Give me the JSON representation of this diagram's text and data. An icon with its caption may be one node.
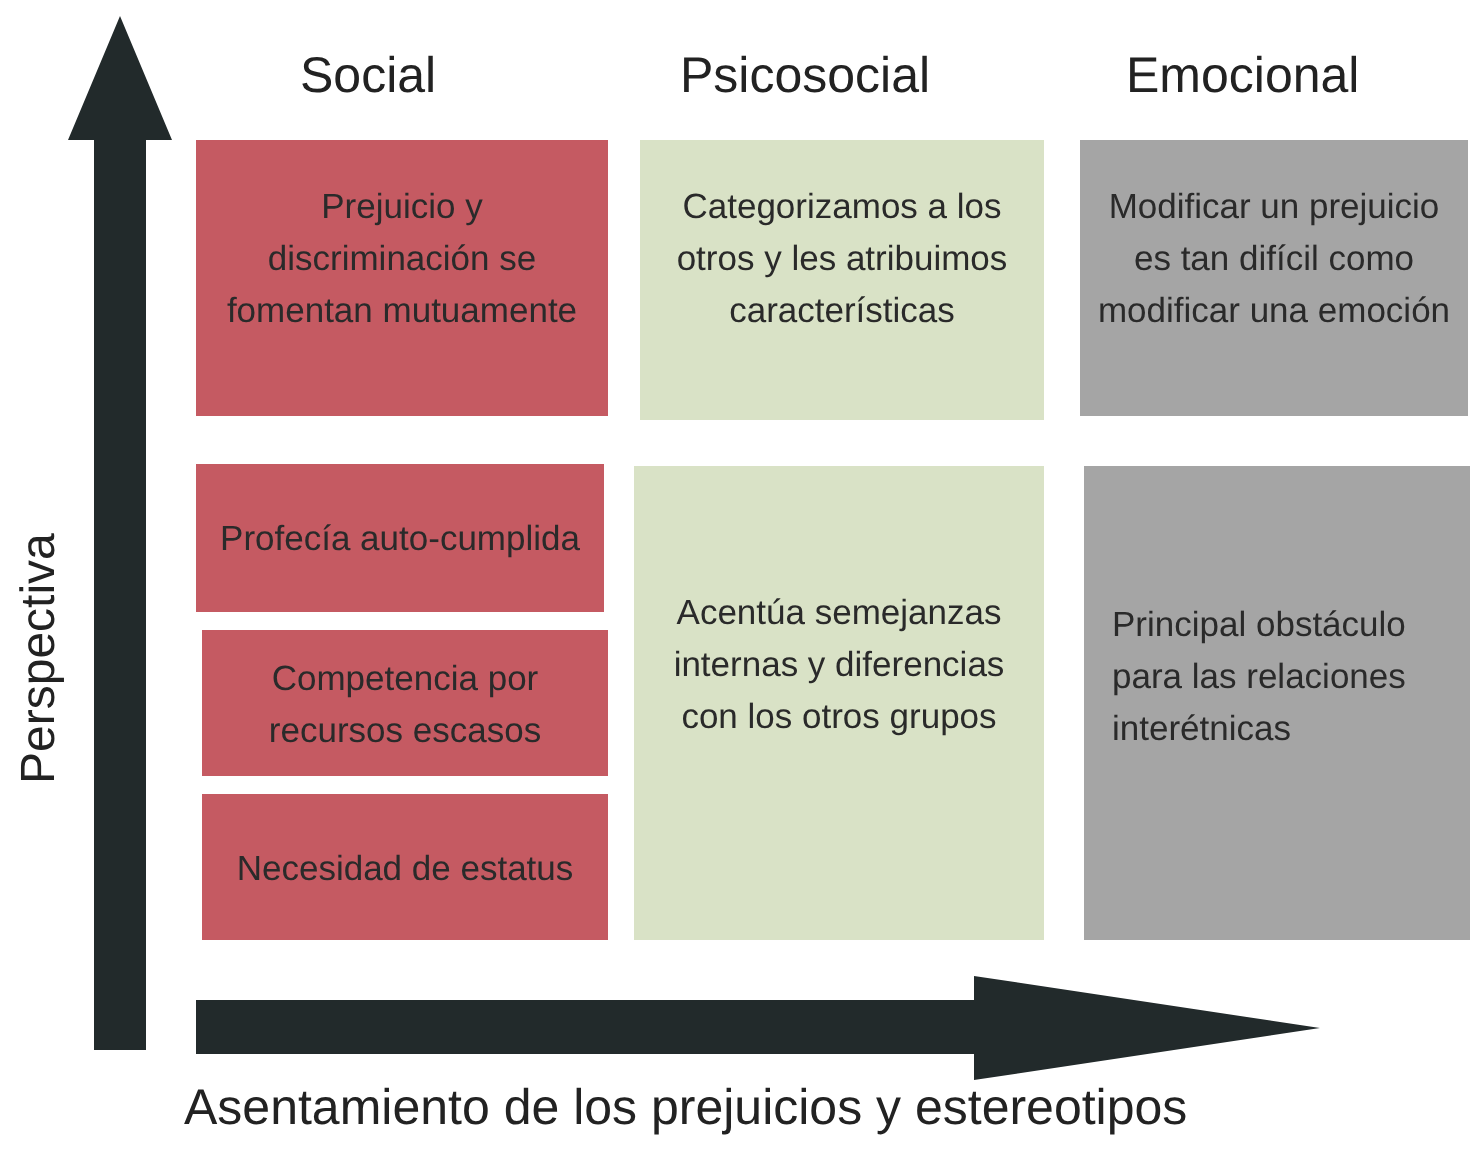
{
  "diagram": {
    "nodes": [
      {
        "text": [
          "Prejuicio y discriminación se fomentan mutuamente"
        ]
      },
      {
        "text": [
          "Categorizamos a los otros y les atribuimos características"
        ]
      },
      {
        "text": [
          "Modificar un prejuicio es tan difícil como modificar una emoción"
        ]
      },
      {
        "text": [
          "Profecía auto-cumplida"
        ]
      },
      {
        "text": [
          "Competencia por recursos escasos"
        ]
      },
      {
        "text": [
          "Necesidad de estatus"
        ]
      },
      {
        "text": [
          "Acentúa semejanzas internas y diferencias con los otros grupos"
        ]
      },
      {
        "text": [
          "Principal obstáculo para las relaciones interétnicas"
        ]
      }
    ],
    "edges": [],
    "labels": [
      "Social",
      "Psicosocial",
      "Emocional",
      "Perspectiva",
      "Asentamiento de los prejuicios y estereotipos"
    ]
  }
}
